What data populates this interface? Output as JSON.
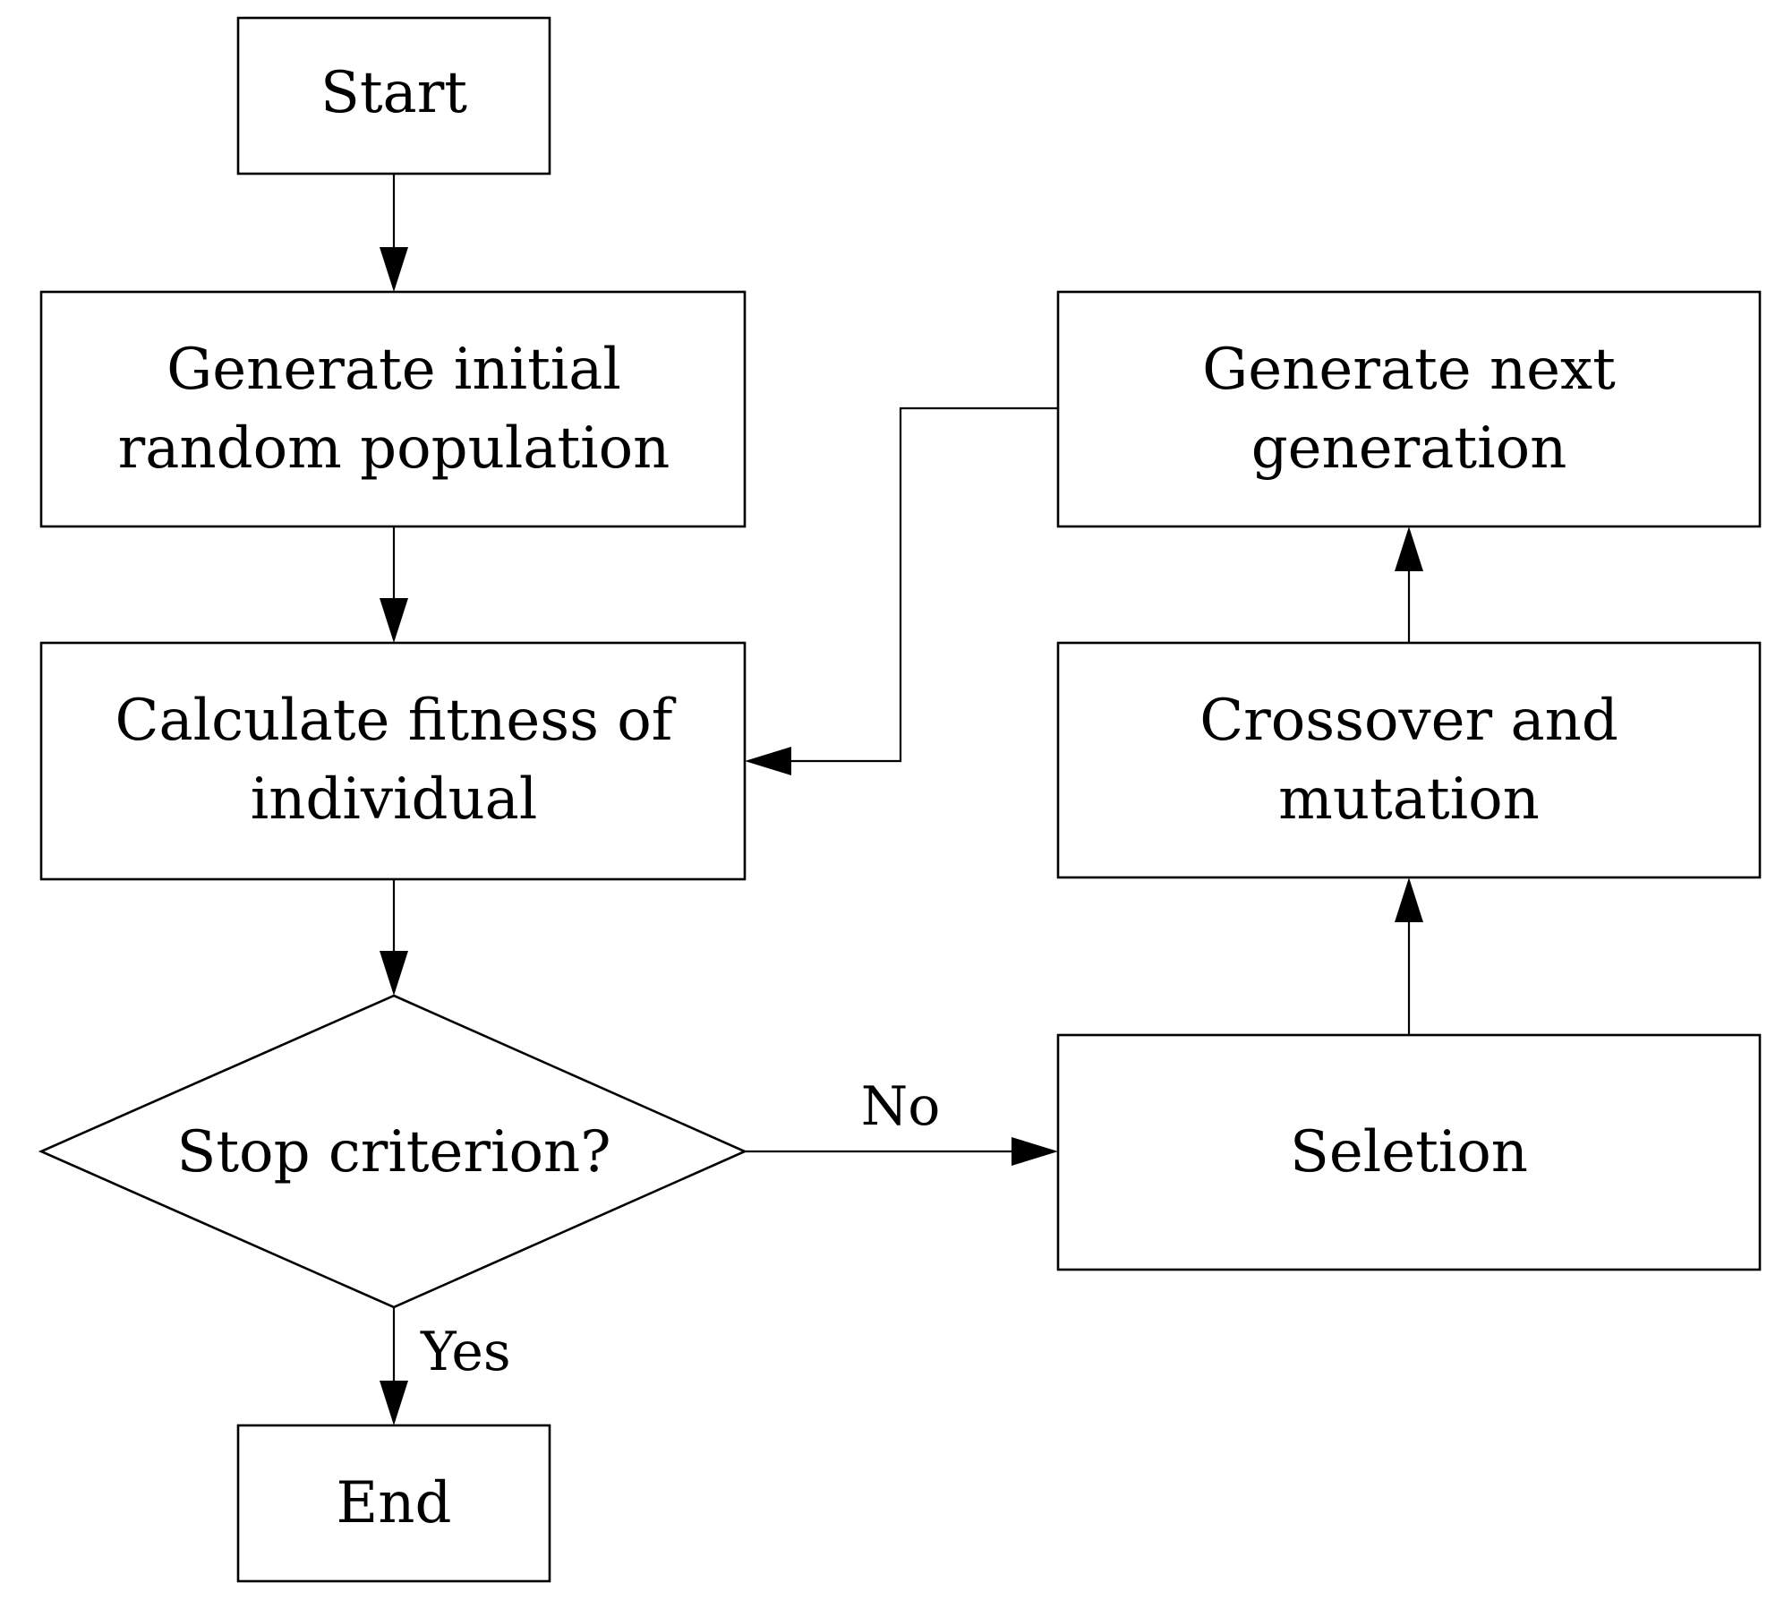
{
  "diagram": {
    "nodes": {
      "start": {
        "lines": [
          "Start"
        ]
      },
      "init_population": {
        "lines": [
          "Generate initial",
          "random population"
        ]
      },
      "fitness": {
        "lines": [
          "Calculate fitness of",
          "individual"
        ]
      },
      "stop_decision": {
        "lines": [
          "Stop criterion?"
        ]
      },
      "end": {
        "lines": [
          "End"
        ]
      },
      "selection": {
        "lines": [
          "Seletion"
        ]
      },
      "crossover_mutation": {
        "lines": [
          "Crossover and",
          "mutation"
        ]
      },
      "next_generation": {
        "lines": [
          "Generate next",
          "generation"
        ]
      }
    },
    "edge_labels": {
      "no": "No",
      "yes": "Yes"
    },
    "colors": {
      "stroke": "#000000",
      "background": "#ffffff"
    }
  }
}
